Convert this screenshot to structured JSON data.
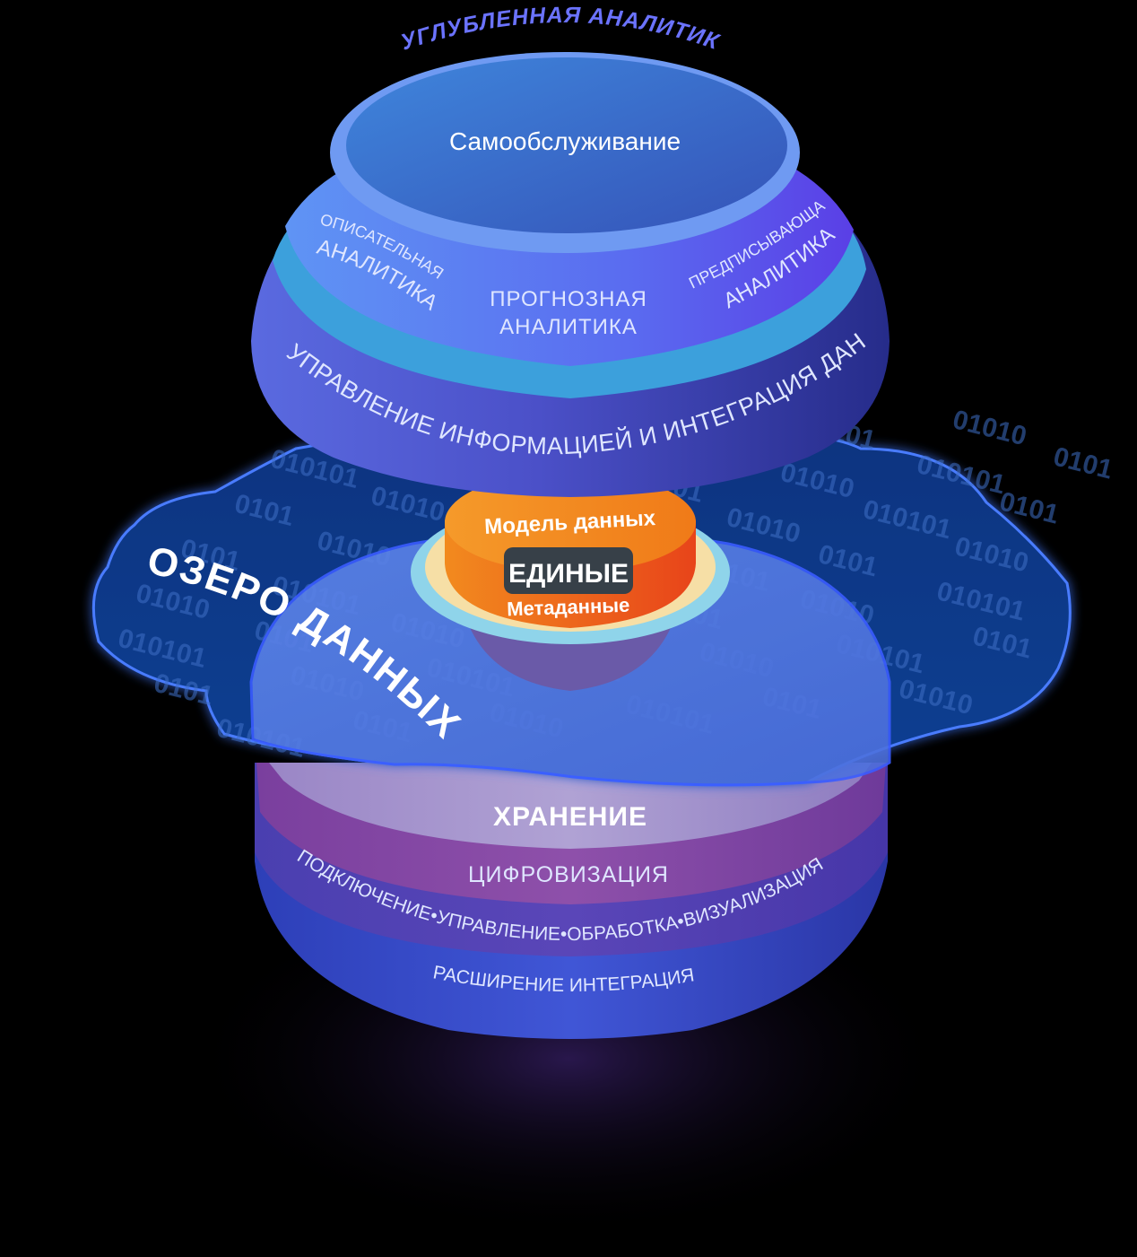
{
  "title": {
    "line": "УГЛУБЛЕННАЯ  АНАЛИТИКА"
  },
  "upper": {
    "self_service": "Самообслуживание",
    "descriptive": [
      "ОПИСАТЕЛЬНАЯ",
      "АНАЛИТИКА"
    ],
    "predictive": [
      "ПРОГНОЗНАЯ",
      "АНАЛИТИКА"
    ],
    "prescriptive": [
      "ПРЕДПИСЫВАЮЩАЯ",
      "АНАЛИТИКА"
    ],
    "info_mgmt": "УПРАВЛЕНИЕ ИНФОРМАЦИЕЙ И ИНТЕГРАЦИЯ ДАННЫХ"
  },
  "core": {
    "model": "Модель данных",
    "unified": "ЕДИНЫЕ",
    "metadata": "Метаданные"
  },
  "lake": {
    "label": "ОЗЕРО ДАННЫХ",
    "binary_pattern": "0101010"
  },
  "lower": {
    "storage": "ХРАНЕНИЕ",
    "digitization": "ЦИФРОВИЗАЦИЯ",
    "processes": "ПОДКЛЮЧЕНИЕ•УПРАВЛЕНИЕ•ОБРАБОТКА•ВИЗУАЛИЗАЦИЯ",
    "extension": "РАСШИРЕНИЕ ИНТЕГРАЦИЯ"
  },
  "colors": {
    "background": "#000000",
    "top_label": "#6b73ff",
    "self_service_disc": "#3a73d6",
    "analytics_ring": "#5b8cf2",
    "cyan_band": "#3ca0dc",
    "dome_outer": "#4b50c8",
    "lake": "#0d3a86",
    "lake_glow": "#3b6cff",
    "core_orange": "#f07d1a",
    "core_red": "#e8481a",
    "core_cream": "#f6dfa6",
    "core_cyan": "#8fd4ea",
    "unified_badge": "#374048",
    "storage_band": "#a596cc",
    "digitization_band": "#8a4da6",
    "lower_sphere": "#3b4ccf"
  }
}
